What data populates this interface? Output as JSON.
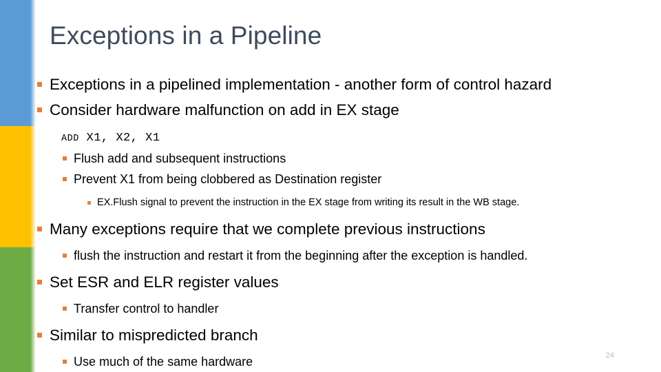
{
  "slide": {
    "title": "Exceptions in a Pipeline",
    "page_number": "24",
    "colors": {
      "title_text": "#3d4b5c",
      "bullet_marker": "#E0813C",
      "band_blue": "#5B9BD5",
      "band_yellow": "#FFC000",
      "band_green": "#6DAB44",
      "body_text": "#000000",
      "page_number": "#b8b8b8",
      "background": "#ffffff"
    },
    "side_bands": [
      {
        "name": "blue-band",
        "color": "#5B9BD5"
      },
      {
        "name": "yellow-band",
        "color": "#FFC000"
      },
      {
        "name": "green-band",
        "color": "#6DAB44"
      }
    ],
    "content": {
      "b1": "Exceptions in a pipelined implementation - another form of control hazard",
      "b2": "Consider hardware malfunction on add in EX stage",
      "code_op": "ADD",
      "code_operands": " X1, X2, X1",
      "b3": "Flush add and subsequent instructions",
      "b4": "Prevent X1 from being clobbered as Destination register",
      "b5": "EX.Flush signal to prevent the instruction in the EX stage from writing its result in the WB stage.",
      "b6": "Many exceptions require that we complete previous instructions",
      "b7": "flush the instruction and restart it from the beginning after the exception is handled.",
      "b8": "Set ESR and ELR register values",
      "b9": "Transfer control to handler",
      "b10": "Similar to mispredicted branch",
      "b11": "Use much of the same hardware"
    }
  }
}
